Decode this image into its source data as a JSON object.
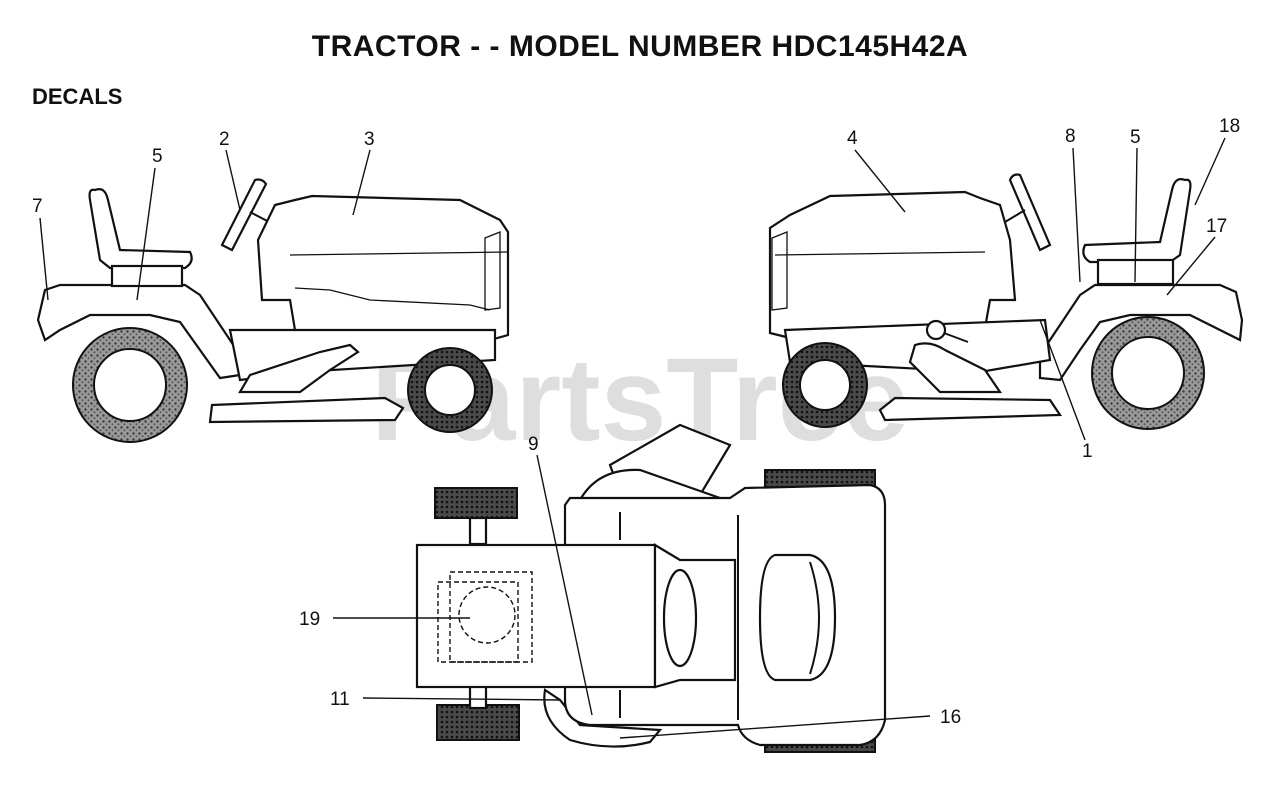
{
  "title": "TRACTOR - - MODEL NUMBER HDC145H42A",
  "section": "DECALS",
  "watermark": "PartsTree",
  "callouts": {
    "c1": "1",
    "c2": "2",
    "c3": "3",
    "c4": "4",
    "c5a": "5",
    "c5b": "5",
    "c7": "7",
    "c8": "8",
    "c9": "9",
    "c11": "11",
    "c16": "16",
    "c17": "17",
    "c18": "18",
    "c19": "19"
  },
  "colors": {
    "ink": "#111111",
    "tire": "#8a8a8a",
    "watermark": "#c4c4c4"
  }
}
